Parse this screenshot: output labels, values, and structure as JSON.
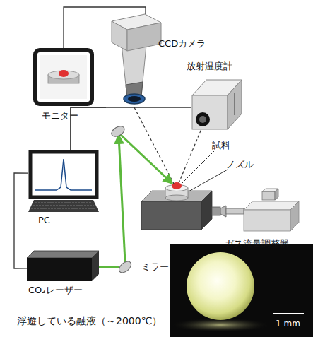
{
  "diagram": {
    "nodes": [
      {
        "text": [
          "CCDカメラ"
        ]
      },
      {
        "text": [
          "放射温度計"
        ]
      },
      {
        "text": [
          "モニター"
        ]
      },
      {
        "text": [
          "PC"
        ]
      },
      {
        "text": [
          "ガス流量調整器"
        ]
      },
      {
        "text": [
          "ミラー"
        ]
      },
      {
        "text": [
          "CO₂レーザー"
        ]
      }
    ],
    "edges": [
      {
        "from": 2,
        "to": 0,
        "arrow": "none"
      },
      {
        "from": 3,
        "to": 0,
        "arrow": "none"
      },
      {
        "from": 3,
        "to": 1,
        "arrow": "none"
      },
      {
        "from": 3,
        "to": 6,
        "arrow": "none"
      },
      {
        "from": 6,
        "to": 5,
        "arrow": "none"
      }
    ],
    "labels": [
      "試料",
      "ノズル",
      "浮遊している融液（～2000℃）",
      "1 mm"
    ]
  }
}
